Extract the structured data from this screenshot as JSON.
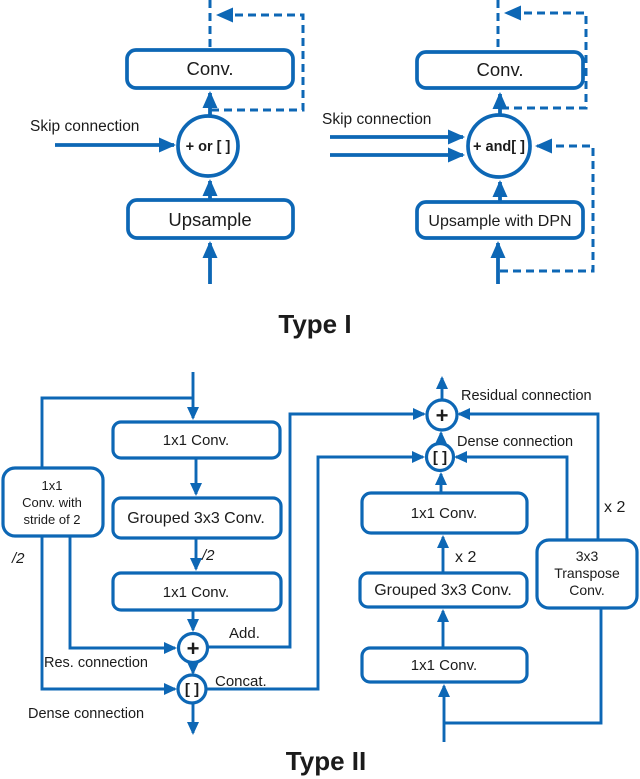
{
  "colors": {
    "accent": "#0d67b5",
    "text": "#1b1b1b"
  },
  "type1": {
    "caption": "Type I",
    "left": {
      "conv": "Conv.",
      "merge": "+ or [ ]",
      "skip": "Skip connection",
      "upsample": "Upsample"
    },
    "right": {
      "conv": "Conv.",
      "merge": "+ and[ ]",
      "skip": "Skip connection",
      "upsample": "Upsample with DPN"
    }
  },
  "type2": {
    "caption": "Type II",
    "left": {
      "conv_top": "1x1 Conv.",
      "grouped": "Grouped 3x3 Conv.",
      "conv_mid": "1x1 Conv.",
      "stride_box": [
        "1x1",
        "Conv. with",
        "stride of 2"
      ],
      "downsample_left": "/2",
      "downsample_mid": "/2",
      "add_symbol": "+",
      "concat_symbol": "[ ]",
      "add_label": "Add.",
      "concat_label": "Concat.",
      "res_label": "Res. connection",
      "dense_label": "Dense connection"
    },
    "right": {
      "plus_symbol": "+",
      "concat_symbol": "[ ]",
      "residual_label": "Residual connection",
      "dense_label": "Dense connection",
      "conv_top": "1x1 Conv.",
      "x2_mid": "x 2",
      "grouped": "Grouped 3x3 Conv.",
      "conv_bottom": "1x1 Conv.",
      "transpose_box": [
        "3x3",
        "Transpose",
        "Conv."
      ],
      "x2_right": "x 2"
    }
  }
}
